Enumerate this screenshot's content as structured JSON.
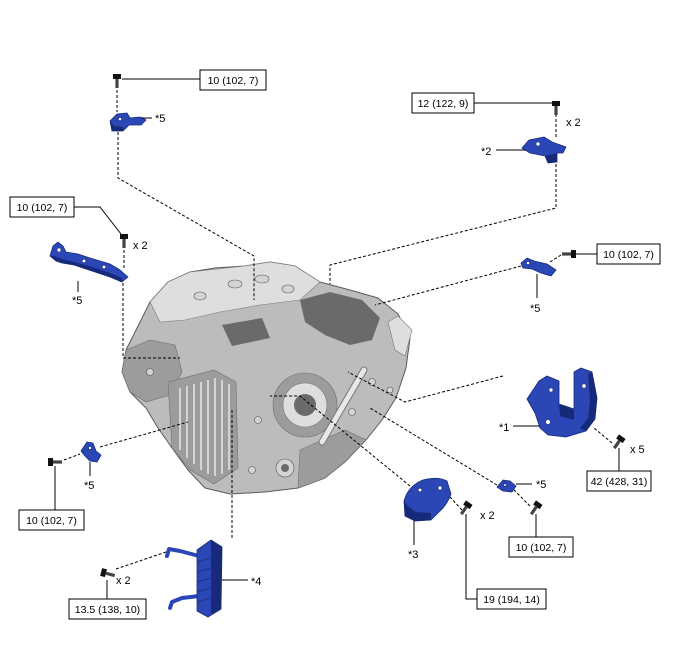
{
  "figure": {
    "torque_specs": {
      "top_center": "10 (102, 7)",
      "top_right": "12 (122, 9)",
      "left_upper": "10 (102, 7)",
      "right_upper": "10 (102, 7)",
      "right_lower": "42 (428, 31)",
      "left_lower": "10 (102, 7)",
      "bottom_right": "10 (102, 7)",
      "bottom_left": "13.5 (138, 10)",
      "bottom_center": "19 (194, 14)"
    },
    "part_callouts": {
      "bracket_top": "*5",
      "bracket_top_right": "*2",
      "bracket_left_upper": "*5",
      "bracket_right_upper": "*5",
      "bracket_right_lower": "*1",
      "bracket_left_lower": "*5",
      "bracket_bottom_right": "*5",
      "cover_bottom_center": "*3",
      "oil_cooler": "*4"
    },
    "bolt_quantities": {
      "top_right": "x 2",
      "left_upper": "x 2",
      "right_lower": "x 5",
      "bottom_center": "x 2",
      "bottom_left": "x 2"
    }
  },
  "colors": {
    "part_blue": "#2b47b5",
    "part_blue_dark": "#172a7a",
    "housing_gray": "#bcbcbc",
    "housing_dark": "#6a6a6a",
    "line": "#000000",
    "background": "#ffffff"
  },
  "icons": {
    "bolt": "bolt-icon"
  }
}
